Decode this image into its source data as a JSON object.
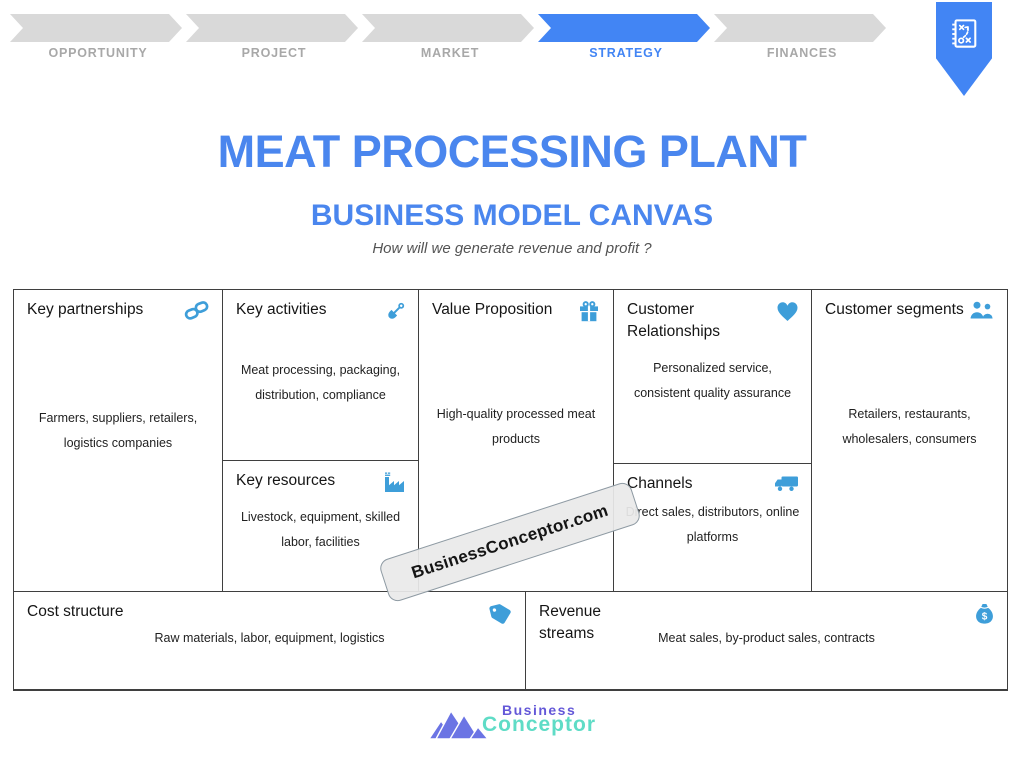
{
  "process_bar": {
    "steps": [
      {
        "label": "OPPORTUNITY",
        "active": false
      },
      {
        "label": "PROJECT",
        "active": false
      },
      {
        "label": "MARKET",
        "active": false
      },
      {
        "label": "STRATEGY",
        "active": true
      },
      {
        "label": "FINANCES",
        "active": false
      }
    ]
  },
  "badge": {
    "icon": "strategy-playbook-icon"
  },
  "header": {
    "title": "MEAT PROCESSING PLANT",
    "subtitle": "BUSINESS MODEL CANVAS",
    "tagline": "How will we generate revenue and profit ?"
  },
  "canvas": {
    "key_partnerships": {
      "title": "Key partnerships",
      "icon": "chain-link-icon",
      "content": "Farmers, suppliers, retailers,\nlogistics companies"
    },
    "key_activities": {
      "title": "Key activities",
      "icon": "shovel-icon",
      "content": "Meat processing, packaging,\ndistribution, compliance"
    },
    "key_resources": {
      "title": "Key resources",
      "icon": "factory-icon",
      "content": "Livestock, equipment, skilled\nlabor, facilities"
    },
    "value_proposition": {
      "title": "Value Proposition",
      "icon": "gift-icon",
      "content": "High-quality processed meat\nproducts"
    },
    "customer_relationships": {
      "title": "Customer Relationships",
      "icon": "heart-icon",
      "content": "Personalized service,\nconsistent quality assurance"
    },
    "channels": {
      "title": "Channels",
      "icon": "truck-icon",
      "content": "Direct sales, distributors, online\nplatforms"
    },
    "customer_segments": {
      "title": "Customer segments",
      "icon": "users-icon",
      "content": "Retailers, restaurants,\nwholesalers, consumers"
    },
    "cost_structure": {
      "title": "Cost structure",
      "icon": "price-tag-icon",
      "content": "Raw materials, labor, equipment, logistics"
    },
    "revenue_streams": {
      "title": "Revenue streams",
      "icon": "money-bag-icon",
      "content": "Meat sales, by-product sales, contracts"
    }
  },
  "watermark": {
    "text": "BusinessConceptor.com"
  },
  "footer_logo": {
    "line1": "Business",
    "line2": "Conceptor"
  },
  "colors": {
    "accent_blue": "#4285f4",
    "title_blue": "#4a86ee",
    "icon_blue": "#3e9ed9",
    "inactive_gray": "#d9d9d9",
    "label_gray": "#a8a8a8",
    "border_dark": "#3f3f3f",
    "logo_purple": "#6458d8",
    "logo_teal": "#5fdcc6",
    "logo_mountain": "#6b74e4"
  }
}
